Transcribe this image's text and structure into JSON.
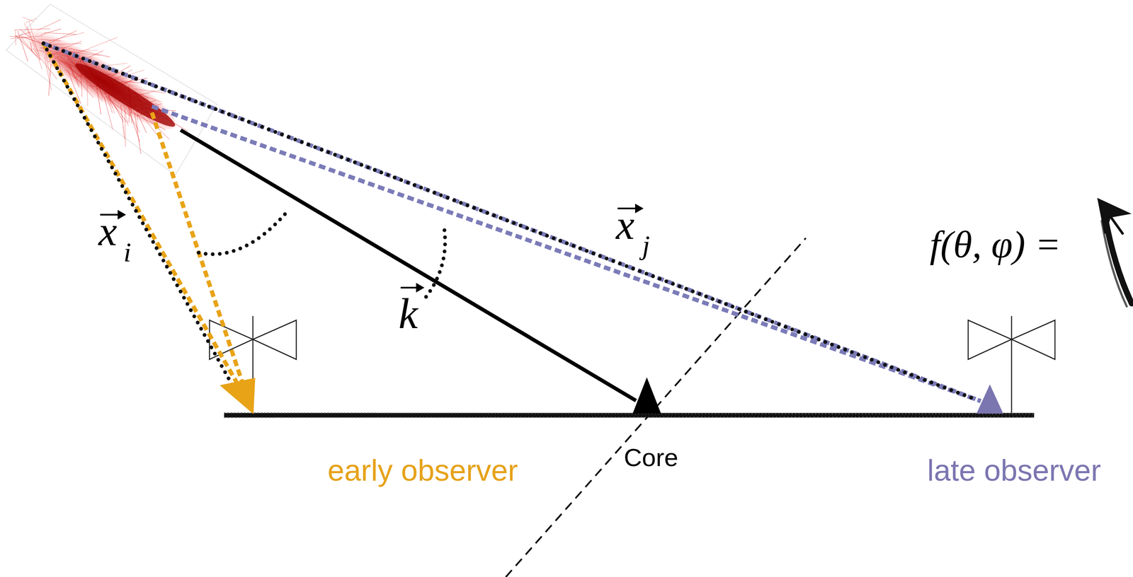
{
  "diagram": {
    "labels": [
      "x",
      "i",
      "k",
      "x",
      "j",
      "f(θ, φ) =",
      "early observer",
      "Core",
      "late observer"
    ]
  }
}
